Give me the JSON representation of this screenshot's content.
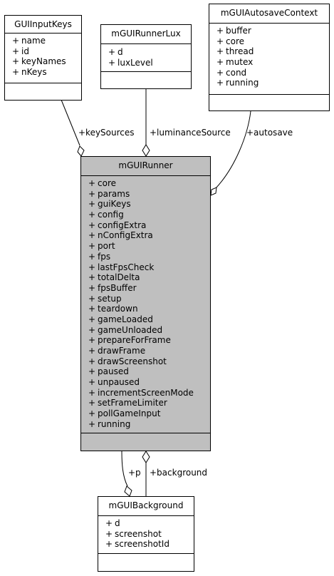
{
  "classes": {
    "inputkeys": {
      "name": "GUIInputKeys",
      "attributes": [
        "name",
        "id",
        "keyNames",
        "nKeys"
      ]
    },
    "lux": {
      "name": "mGUIRunnerLux",
      "attributes": [
        "d",
        "luxLevel"
      ]
    },
    "autosave": {
      "name": "mGUIAutosaveContext",
      "attributes": [
        "buffer",
        "core",
        "thread",
        "mutex",
        "cond",
        "running"
      ]
    },
    "runner": {
      "name": "mGUIRunner",
      "attributes": [
        "core",
        "params",
        "guiKeys",
        "config",
        "configExtra",
        "nConfigExtra",
        "port",
        "fps",
        "lastFpsCheck",
        "totalDelta",
        "fpsBuffer",
        "setup",
        "teardown",
        "gameLoaded",
        "gameUnloaded",
        "prepareForFrame",
        "drawFrame",
        "drawScreenshot",
        "paused",
        "unpaused",
        "incrementScreenMode",
        "setFrameLimiter",
        "pollGameInput",
        "running"
      ]
    },
    "background": {
      "name": "mGUIBackground",
      "attributes": [
        "d",
        "screenshot",
        "screenshotId"
      ]
    }
  },
  "visibility_symbol": "+",
  "edges": {
    "keySources": "+keySources",
    "luminanceSource": "+luminanceSource",
    "autosave": "+autosave",
    "p": "+p",
    "background": "+background"
  }
}
